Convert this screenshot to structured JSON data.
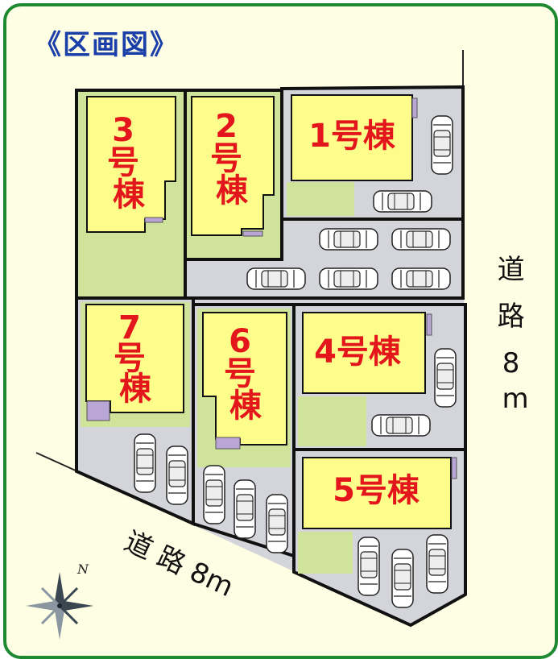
{
  "title": "《区画図》",
  "colors": {
    "frame_border": "#1d8a32",
    "background": "#fefee4",
    "title": "#1b3fa8",
    "lot_garden": "#cfe39a",
    "house": "#fdfd8c",
    "paving": "#d4d5da",
    "lot_label": "#e3161b"
  },
  "lots": [
    {
      "id": "lot-1",
      "label_number": "1",
      "label_suffix": "号棟",
      "parking_spaces": 2
    },
    {
      "id": "lot-2",
      "label_number": "2",
      "label_suffix": "号\n棟",
      "parking_spaces": 0
    },
    {
      "id": "lot-3",
      "label_number": "3",
      "label_suffix": "号\n棟",
      "parking_spaces": 0
    },
    {
      "id": "lot-4",
      "label_number": "4",
      "label_suffix": "号棟",
      "parking_spaces": 2
    },
    {
      "id": "lot-5",
      "label_number": "5",
      "label_suffix": "号棟",
      "parking_spaces": 3
    },
    {
      "id": "lot-6",
      "label_number": "6",
      "label_suffix": "号\n棟",
      "parking_spaces": 3
    },
    {
      "id": "lot-7",
      "label_number": "7",
      "label_suffix": "号\n棟",
      "parking_spaces": 2
    }
  ],
  "shared_driveway_parking": 5,
  "roads": {
    "east": {
      "chars": [
        "道",
        "路",
        "8",
        "m"
      ]
    },
    "south": {
      "text": "道 路 8m"
    }
  },
  "compass": {
    "north_label": "N",
    "icon": "compass-rose-icon"
  }
}
